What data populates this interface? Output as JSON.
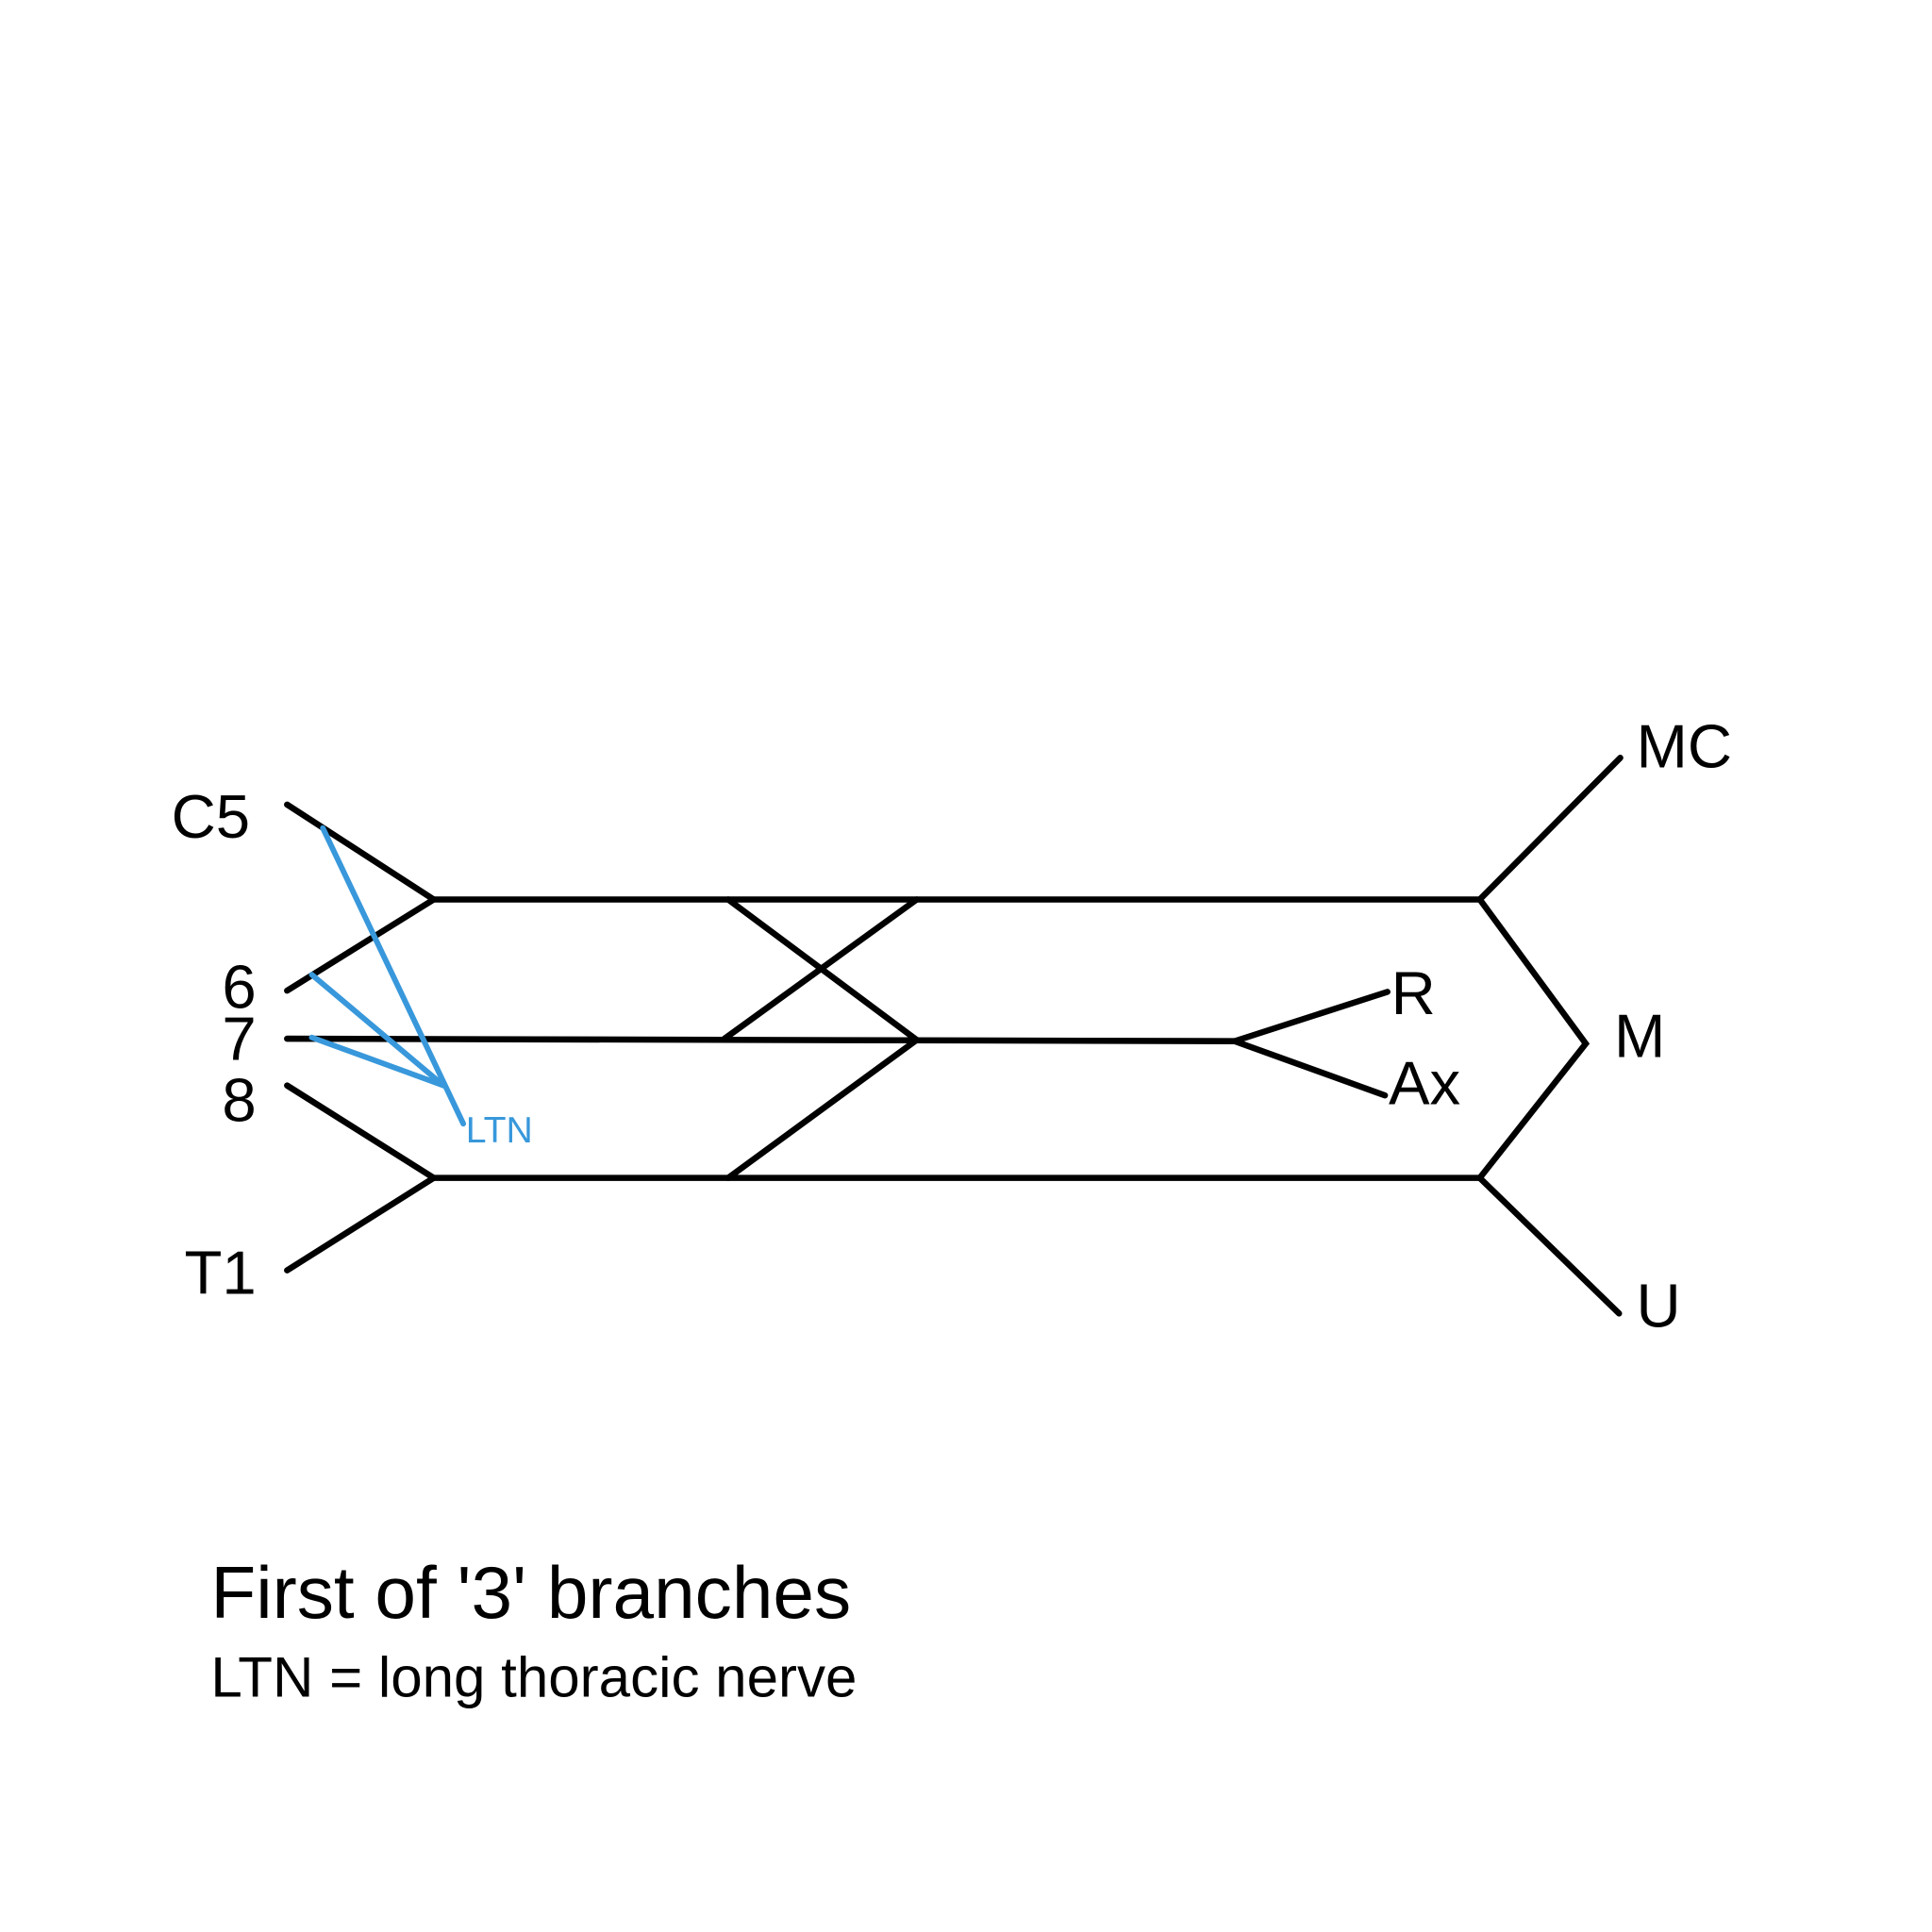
{
  "roots": {
    "c5": "C5",
    "c6": "6",
    "c7": "7",
    "c8": "8",
    "t1": "T1"
  },
  "terminal_nerves": {
    "mc": "MC",
    "m": "M",
    "u": "U",
    "r": "R",
    "ax": "Ax"
  },
  "branch_label": "LTN",
  "title": "First of '3' branches",
  "legend": "LTN = long thoracic nerve",
  "colors": {
    "lines": "#000000",
    "highlight": "#3898db"
  }
}
